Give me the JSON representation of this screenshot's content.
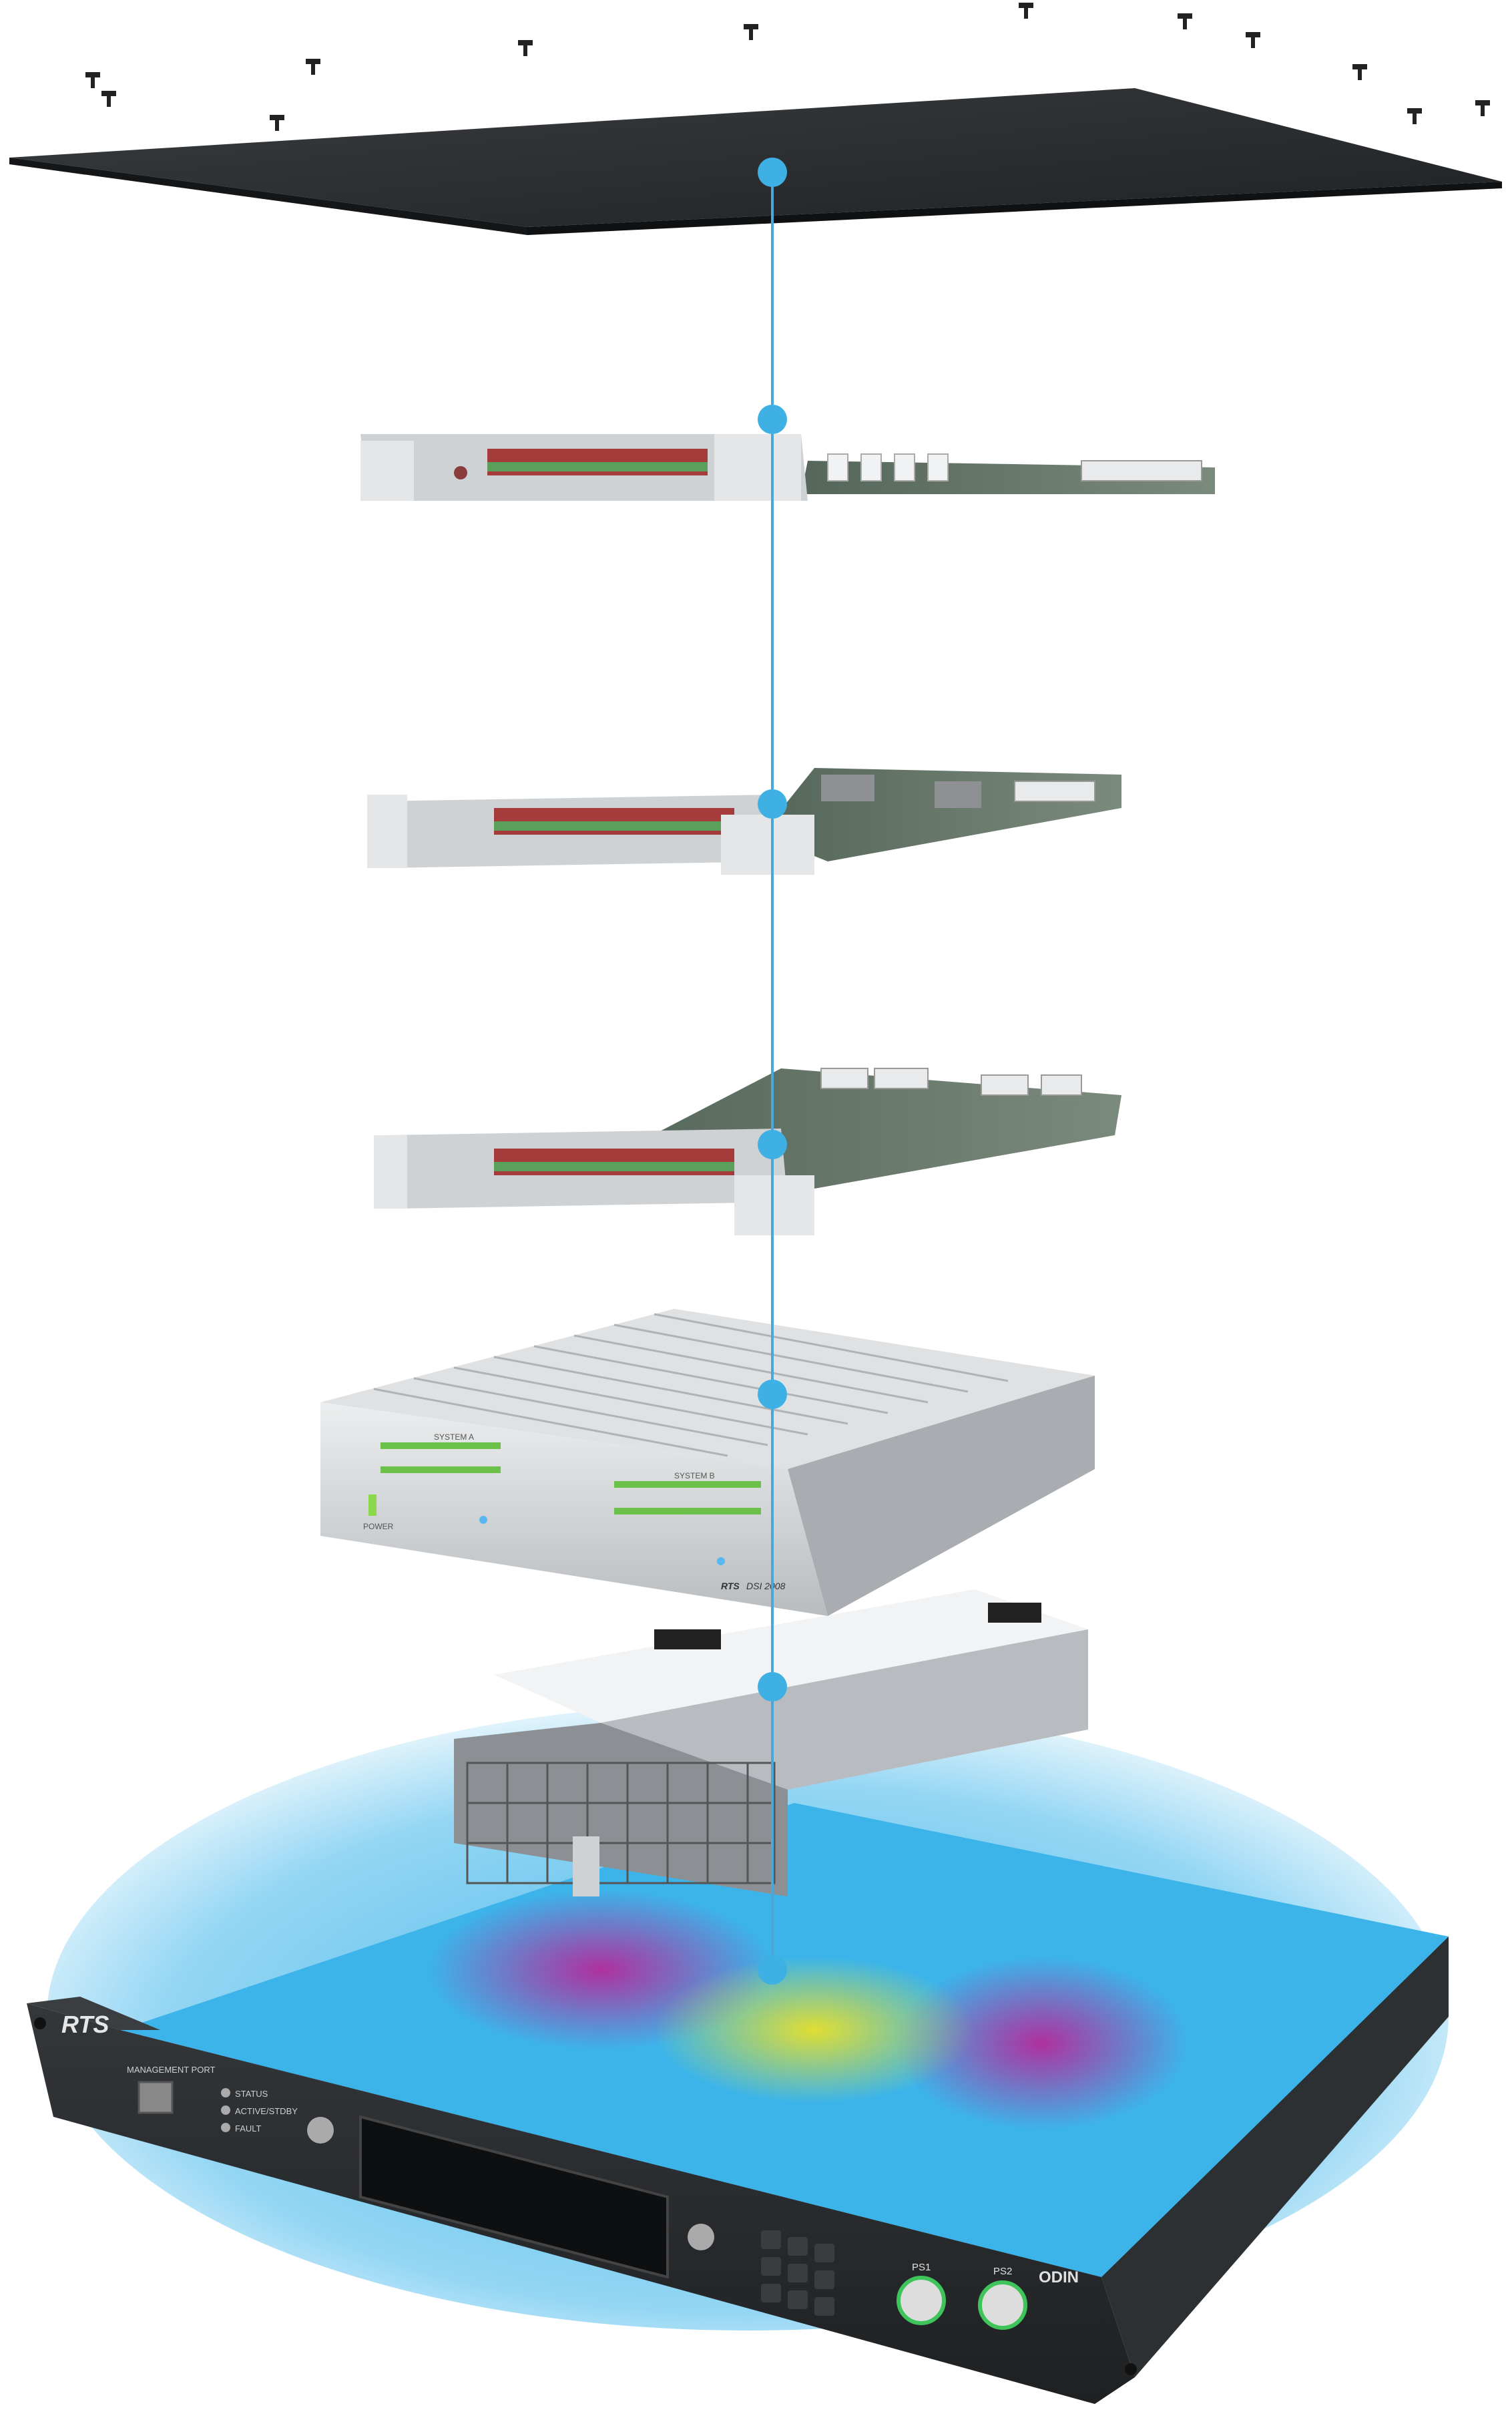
{
  "device_labels": {
    "brand_logo": "RTS",
    "model": "ODIN",
    "management_port": "MANAGEMENT PORT",
    "leds": [
      "STATUS",
      "ACTIVE/STDBY",
      "FAULT"
    ],
    "ps1": "PS1",
    "ps2": "PS2",
    "dsi_system_a": "SYSTEM A",
    "dsi_system_b": "SYSTEM B",
    "dsi_power": "POWER",
    "dsi_model": "DSI 2008",
    "dsi_brand": "RTS"
  },
  "colors": {
    "connector_line": "#4aa8d8",
    "connector_dot": "#3fb0e3",
    "glow": "#3cb4ea",
    "chassis_dark": "#2a2d30",
    "lid": "#2b2e31"
  }
}
